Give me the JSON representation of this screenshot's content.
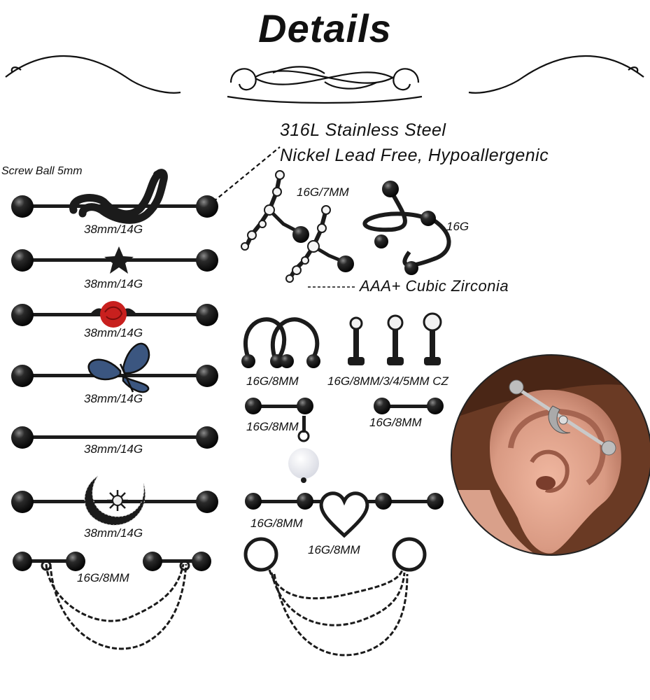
{
  "title": "Details",
  "features": {
    "line1": "316L Stainless Steel",
    "line2": "Nickel Lead Free, Hypoallergenic",
    "cz": "AAA+ Cubic Zirconia"
  },
  "callouts": {
    "screw_ball": "Screw Ball 5mm",
    "cz_sizes": "16G/8MM/3/4/5MM CZ"
  },
  "barbells": [
    {
      "pendant": "snake",
      "size": "38mm/14G"
    },
    {
      "pendant": "star",
      "size": "38mm/14G"
    },
    {
      "pendant": "rose",
      "size": "38mm/14G"
    },
    {
      "pendant": "butterfly",
      "size": "38mm/14G"
    },
    {
      "pendant": "plain",
      "size": "38mm/14G"
    },
    {
      "pendant": "moon-sun",
      "size": "38mm/14G"
    },
    {
      "pendant": "double-chain",
      "size": "16G/8MM"
    }
  ],
  "small_items": {
    "constellation_size": "16G/7MM",
    "spiral_size": "16G",
    "horseshoe_size": "16G/8MM",
    "short_bar_size": "16G/8MM",
    "dangle_size": "16G/8MM",
    "mini_bar_size": "16G/8MM",
    "heart_size": "16G/8MM",
    "heart_bar_size": "16G/8MM"
  },
  "colors": {
    "metal": "#1b1b1b",
    "rose": "#c8201e",
    "butterfly": "#3b5680",
    "skin": "#d9a08a",
    "hair": "#6a3a24"
  }
}
